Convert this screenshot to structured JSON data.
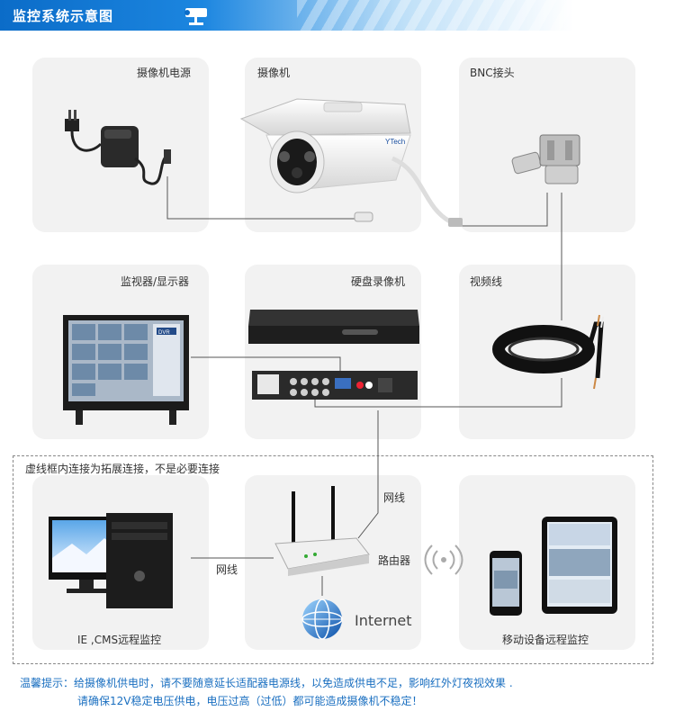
{
  "header": {
    "title": "监控系统示意图"
  },
  "cards": {
    "camera_power": "摄像机电源",
    "camera": "摄像机",
    "bnc": "BNC接头",
    "monitor": "监视器/显示器",
    "dvr": "硬盘录像机",
    "video_cable": "视频线",
    "pc": "IE ,CMS远程监控",
    "mobile": "移动设备远程监控"
  },
  "dashed_note": "虚线框内连接为拓展连接，不是必要连接",
  "labels": {
    "net1": "网线",
    "net2": "网线",
    "router": "路由器",
    "internet": "Internet",
    "camera_logo": "YTech",
    "dvr_badge": "DVR"
  },
  "tips": {
    "line1": "温馨提示：给摄像机供电时，请不要随意延长适配器电源线，以免造成供电不足，影响红外灯夜视效果 .",
    "line2": "请确保12V稳定电压供电，电压过高（过低）都可能造成摄像机不稳定！"
  },
  "colors": {
    "header_blue": "#0b6cc8",
    "card_bg": "#f2f2f2",
    "tip_blue": "#1a6fc0",
    "connector_line": "#555555"
  }
}
